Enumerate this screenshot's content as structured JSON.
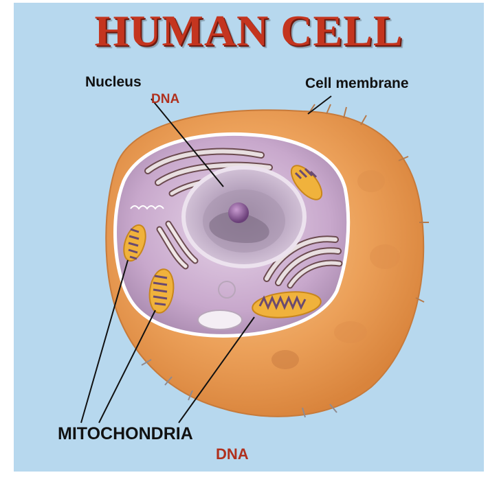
{
  "title": "HUMAN CELL",
  "labels": {
    "nucleus": "Nucleus",
    "nucleus_dna": "DNA",
    "cell_membrane": "Cell membrane",
    "mitochondria": "MITOCHONDRIA",
    "mitochondria_dna": "DNA"
  },
  "colors": {
    "background": "#b7d8ee",
    "title": "#c4351f",
    "dna_label": "#b0301d",
    "cell_body": "#e8a05a",
    "cytoplasm": "#c9a9c9",
    "nucleus": "#b89bbd",
    "mitochondria": "#f0b23c"
  }
}
